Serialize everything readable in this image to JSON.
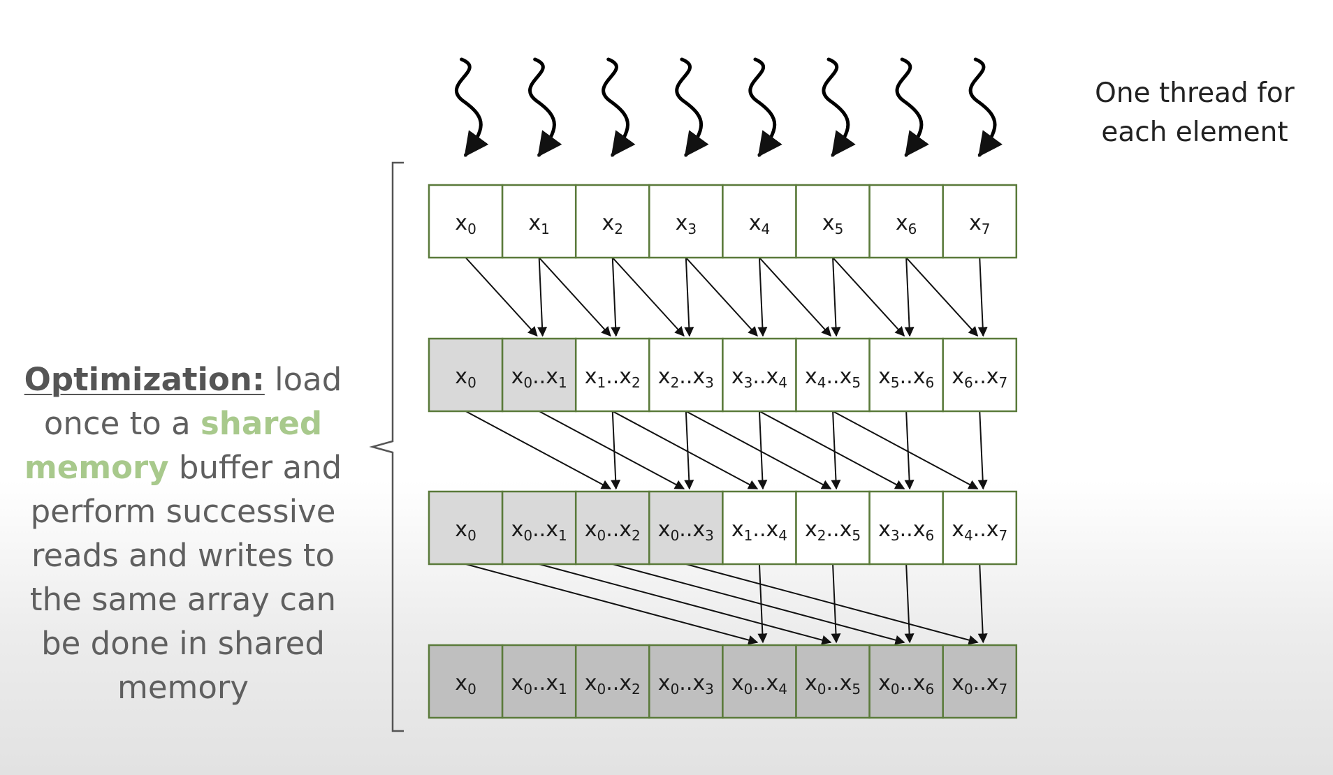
{
  "caption": {
    "line1": "One thread for",
    "line2": "each element"
  },
  "side_text": {
    "title": "Optimization:",
    "part1": " load once to a ",
    "highlight": "shared memory",
    "part2": " buffer and perform successive reads and writes to the same array can be done in shared memory"
  },
  "colors": {
    "cell_border": "#5a7a3a",
    "cell_fill": "#ffffff",
    "shaded_light": "#d9d9d9",
    "shaded_dark": "#bfbfbf",
    "highlight_text": "#a8c98c",
    "arrow": "#111111"
  },
  "rows": [
    {
      "cells": [
        {
          "a": "0"
        },
        {
          "a": "1"
        },
        {
          "a": "2"
        },
        {
          "a": "3"
        },
        {
          "a": "4"
        },
        {
          "a": "5"
        },
        {
          "a": "6"
        },
        {
          "a": "7"
        }
      ],
      "shaded": 0,
      "shade": "none"
    },
    {
      "cells": [
        {
          "a": "0"
        },
        {
          "a": "0",
          "b": "1"
        },
        {
          "a": "1",
          "b": "2"
        },
        {
          "a": "2",
          "b": "3"
        },
        {
          "a": "3",
          "b": "4"
        },
        {
          "a": "4",
          "b": "5"
        },
        {
          "a": "5",
          "b": "6"
        },
        {
          "a": "6",
          "b": "7"
        }
      ],
      "shaded": 2,
      "shade": "light"
    },
    {
      "cells": [
        {
          "a": "0"
        },
        {
          "a": "0",
          "b": "1"
        },
        {
          "a": "0",
          "b": "2"
        },
        {
          "a": "0",
          "b": "3"
        },
        {
          "a": "1",
          "b": "4"
        },
        {
          "a": "2",
          "b": "5"
        },
        {
          "a": "3",
          "b": "6"
        },
        {
          "a": "4",
          "b": "7"
        }
      ],
      "shaded": 4,
      "shade": "light"
    },
    {
      "cells": [
        {
          "a": "0"
        },
        {
          "a": "0",
          "b": "1"
        },
        {
          "a": "0",
          "b": "2"
        },
        {
          "a": "0",
          "b": "3"
        },
        {
          "a": "0",
          "b": "4"
        },
        {
          "a": "0",
          "b": "5"
        },
        {
          "a": "0",
          "b": "6"
        },
        {
          "a": "0",
          "b": "7"
        }
      ],
      "shaded": 8,
      "shade": "dark"
    }
  ],
  "strides": [
    1,
    2,
    4
  ],
  "threads": 8,
  "icons": {
    "thread": "squiggle-arrow-icon",
    "brace": "left-brace-icon"
  }
}
